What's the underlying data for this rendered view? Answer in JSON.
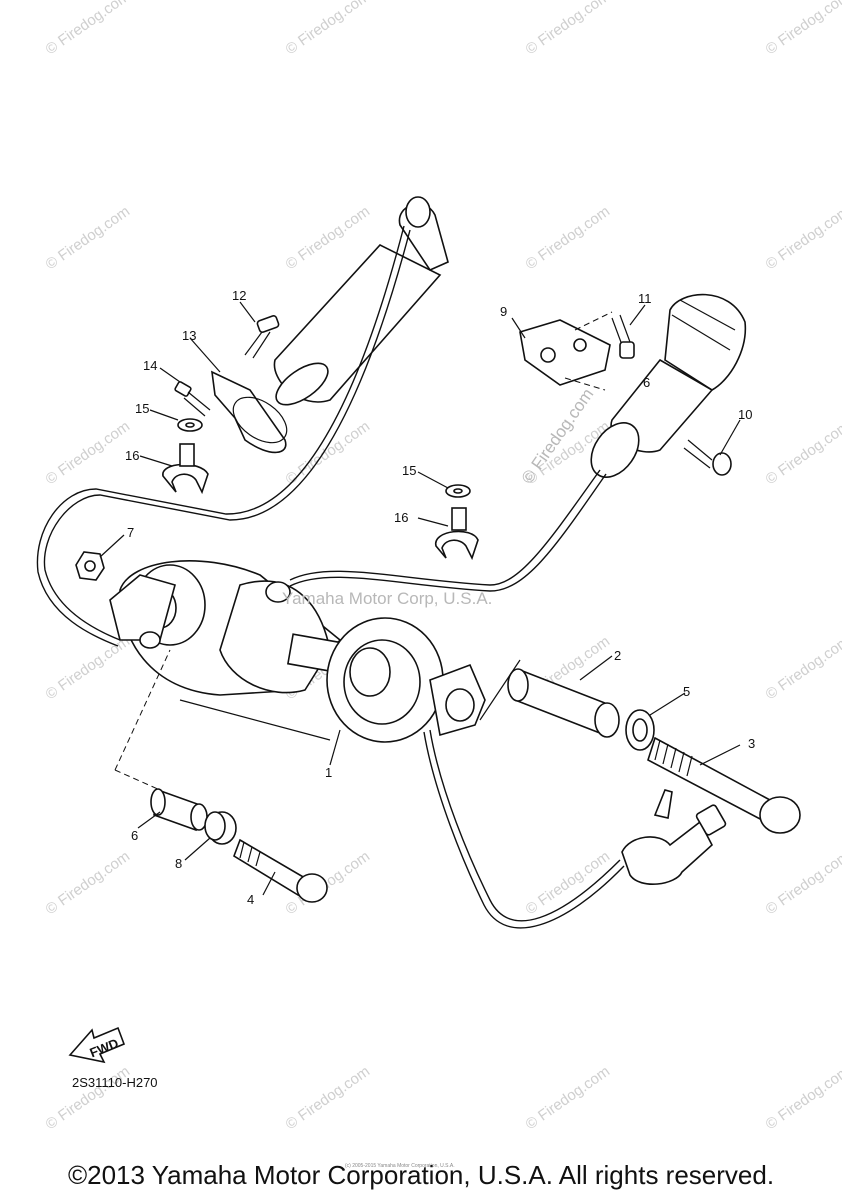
{
  "watermarks": {
    "site_text": "© Firedog.com",
    "feature_text": "© Firedog.com",
    "corp_text": "Yamaha Motor Corp, U.S.A."
  },
  "callouts": [
    "1",
    "2",
    "3",
    "4",
    "5",
    "6",
    "6",
    "7",
    "8",
    "9",
    "10",
    "11",
    "12",
    "13",
    "14",
    "15",
    "15",
    "16",
    "16"
  ],
  "fwd_label": "FWD",
  "part_code": "2S31110-H270",
  "footer": {
    "copyright": "©2013 Yamaha Motor Corporation, U.S.A. All rights reserved.",
    "small_print": "(c) 2005-2015 Yamaha Motor Corporation, U.S.A."
  },
  "colors": {
    "ink": "#111111",
    "watermark": "#cfcfcf",
    "background": "#ffffff"
  }
}
